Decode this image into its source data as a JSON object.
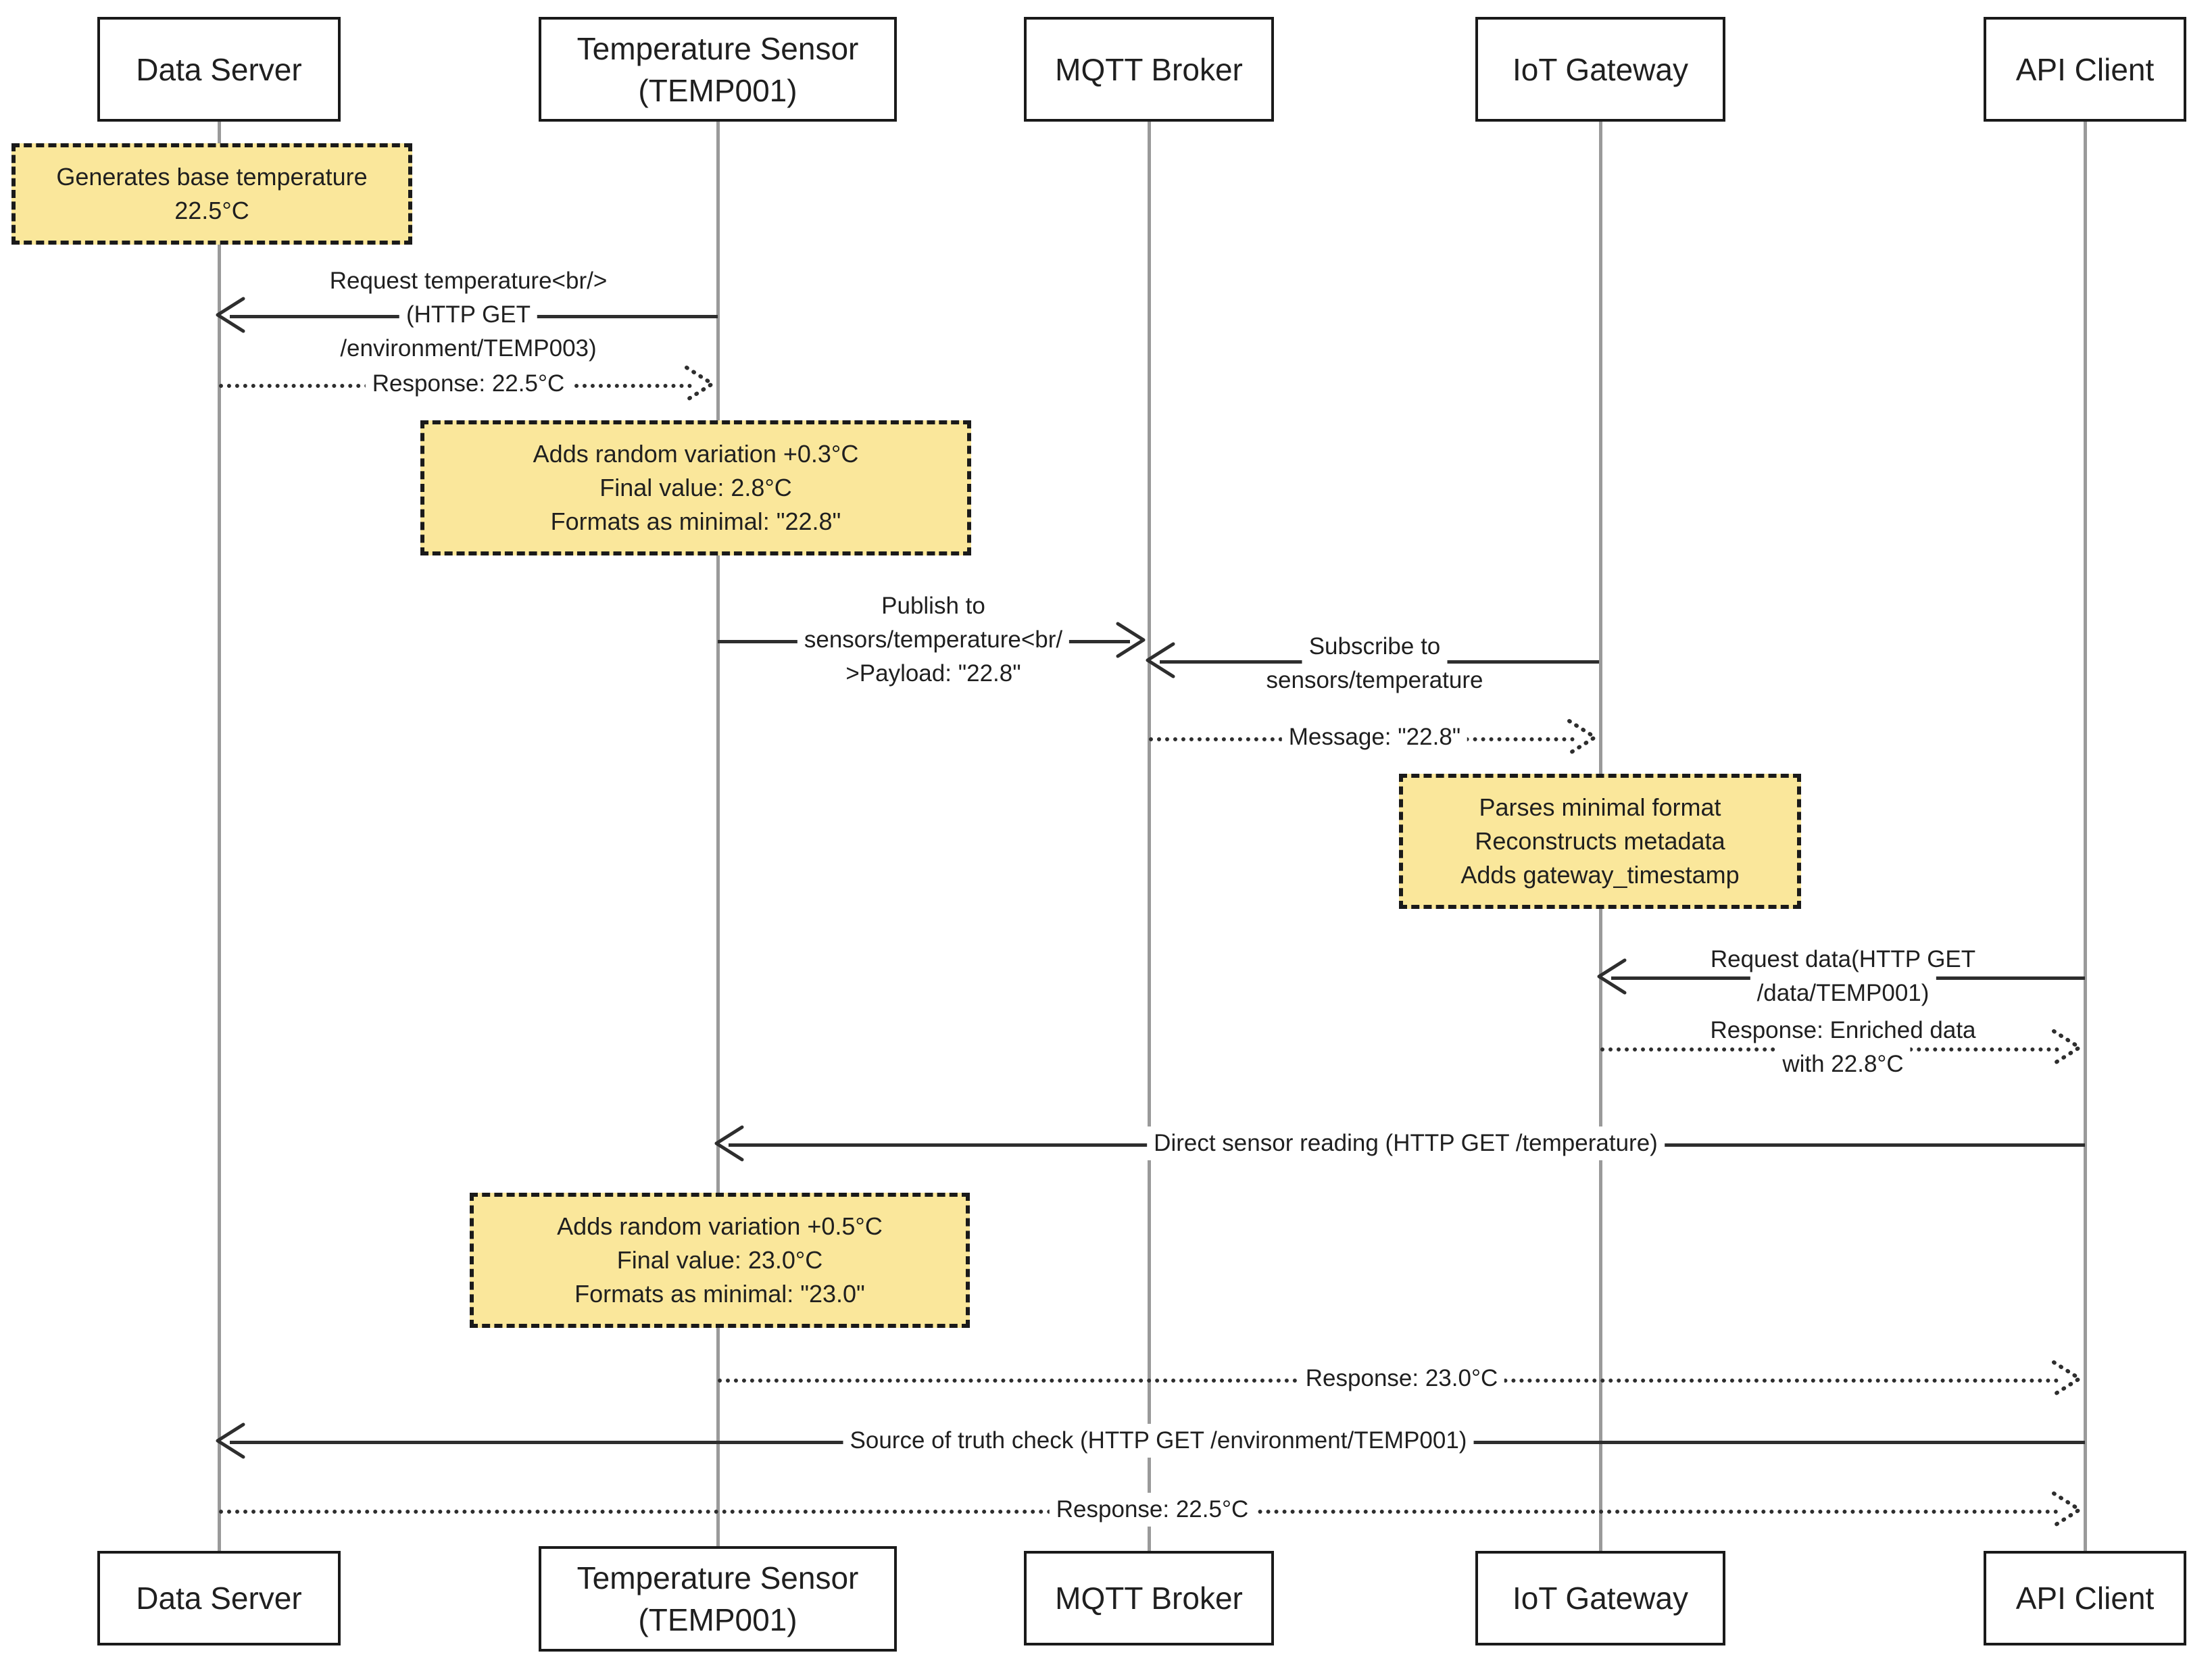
{
  "actors": [
    {
      "id": "data-server",
      "lines": [
        "Data Server"
      ]
    },
    {
      "id": "temp-sensor",
      "lines": [
        "Temperature Sensor",
        "(TEMP001)"
      ]
    },
    {
      "id": "mqtt-broker",
      "lines": [
        "MQTT Broker"
      ]
    },
    {
      "id": "iot-gateway",
      "lines": [
        "IoT Gateway"
      ]
    },
    {
      "id": "api-client",
      "lines": [
        "API Client"
      ]
    }
  ],
  "notes": [
    {
      "over": "Data Server",
      "lines": [
        "Generates base temperature",
        "22.5°C"
      ]
    },
    {
      "over": "Temperature Sensor (TEMP001)",
      "lines": [
        "Adds random variation +0.3°C",
        "Final value: 2.8°C",
        "Formats as minimal: \"22.8\""
      ]
    },
    {
      "over": "IoT Gateway",
      "lines": [
        "Parses minimal format",
        "Reconstructs metadata",
        "Adds gateway_timestamp"
      ]
    },
    {
      "over": "Temperature Sensor (TEMP001)",
      "lines": [
        "Adds random variation +0.5°C",
        "Final value: 23.0°C",
        "Formats as minimal: \"23.0\""
      ]
    }
  ],
  "messages": [
    {
      "from": "Temperature Sensor (TEMP001)",
      "to": "Data Server",
      "style": "solid",
      "lines": [
        "Request temperature<br/>",
        "(HTTP GET",
        "/environment/TEMP003)"
      ]
    },
    {
      "from": "Data Server",
      "to": "Temperature Sensor (TEMP001)",
      "style": "dotted",
      "lines": [
        "Response: 22.5°C"
      ]
    },
    {
      "from": "Temperature Sensor (TEMP001)",
      "to": "MQTT Broker",
      "style": "solid",
      "lines": [
        "Publish to",
        "sensors/temperature<br/",
        ">Payload: \"22.8\""
      ]
    },
    {
      "from": "IoT Gateway",
      "to": "MQTT Broker",
      "style": "solid",
      "lines": [
        "Subscribe to",
        "sensors/temperature"
      ]
    },
    {
      "from": "MQTT Broker",
      "to": "IoT Gateway",
      "style": "dotted",
      "lines": [
        "Message: \"22.8\""
      ]
    },
    {
      "from": "API Client",
      "to": "IoT Gateway",
      "style": "solid",
      "lines": [
        "Request data(HTTP GET",
        "/data/TEMP001)"
      ]
    },
    {
      "from": "IoT Gateway",
      "to": "API Client",
      "style": "dotted",
      "lines": [
        "Response: Enriched data",
        "with 22.8°C"
      ]
    },
    {
      "from": "API Client",
      "to": "Temperature Sensor (TEMP001)",
      "style": "solid",
      "lines": [
        "Direct sensor reading (HTTP GET /temperature)"
      ]
    },
    {
      "from": "Temperature Sensor (TEMP001)",
      "to": "API Client",
      "style": "dotted",
      "lines": [
        "Response: 23.0°C"
      ]
    },
    {
      "from": "API Client",
      "to": "Data Server",
      "style": "solid",
      "lines": [
        "Source of truth check (HTTP GET /environment/TEMP001)"
      ]
    },
    {
      "from": "Data Server",
      "to": "API Client",
      "style": "dotted",
      "lines": [
        "Response: 22.5°C"
      ]
    }
  ],
  "colors": {
    "note_fill": "#FAE79B",
    "note_border": "#1A1A1A",
    "actor_fill": "#FFFFFF",
    "actor_border": "#1A1A1A",
    "message_line": "#2E2E2E",
    "lifeline": "#9A9A9A",
    "text": "#1F1F1F"
  }
}
